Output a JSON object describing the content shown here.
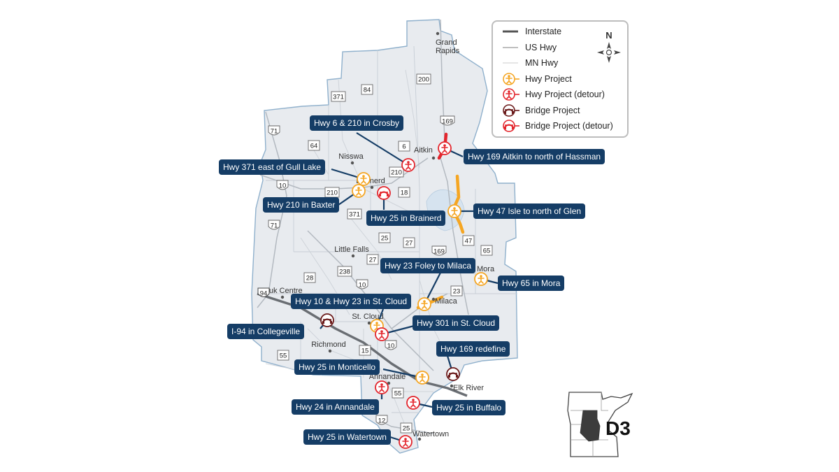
{
  "legend": {
    "items": [
      {
        "label": "Interstate",
        "kind": "line",
        "color": "#555555",
        "width": 3
      },
      {
        "label": "US Hwy",
        "kind": "line",
        "color": "#aaaaaa",
        "width": 1.6
      },
      {
        "label": "MN Hwy",
        "kind": "line",
        "color": "#cccccc",
        "width": 1
      },
      {
        "label": "Hwy Project",
        "kind": "marker",
        "color": "#f5a623",
        "icon": "worker-icon"
      },
      {
        "label": "Hwy Project (detour)",
        "kind": "marker",
        "color": "#e3262d",
        "icon": "worker-icon"
      },
      {
        "label": "Bridge Project",
        "kind": "marker",
        "color": "#6b1a1a",
        "icon": "bridge-icon"
      },
      {
        "label": "Bridge Project (detour)",
        "kind": "marker",
        "color": "#e3262d",
        "icon": "bridge-icon"
      }
    ]
  },
  "compass": {
    "north_label": "N"
  },
  "district": {
    "label": "D3"
  },
  "colors": {
    "land": "#e8ebef",
    "boundary": "#8fb0cc",
    "water": "#d6e3ef",
    "callout": "#153d66",
    "project": "#f5a623",
    "detour": "#e3262d",
    "bridge": "#6b1a1a"
  },
  "cities": [
    "Grand Rapids",
    "Aitkin",
    "Nisswa",
    "Brainerd",
    "Little Falls",
    "Mora",
    "Sauk Centre",
    "St. Cloud",
    "Milaca",
    "Richmond",
    "Annandale",
    "Elk River",
    "Watertown"
  ],
  "highway_shields": [
    {
      "label": "371",
      "type": "state"
    },
    {
      "label": "84",
      "type": "state"
    },
    {
      "label": "200",
      "type": "state"
    },
    {
      "label": "71",
      "type": "us"
    },
    {
      "label": "64",
      "type": "state"
    },
    {
      "label": "6",
      "type": "state"
    },
    {
      "label": "169",
      "type": "us"
    },
    {
      "label": "10",
      "type": "us"
    },
    {
      "label": "210",
      "type": "state"
    },
    {
      "label": "210",
      "type": "state"
    },
    {
      "label": "18",
      "type": "state"
    },
    {
      "label": "371",
      "type": "state"
    },
    {
      "label": "71",
      "type": "us"
    },
    {
      "label": "25",
      "type": "state"
    },
    {
      "label": "27",
      "type": "state"
    },
    {
      "label": "169",
      "type": "us"
    },
    {
      "label": "47",
      "type": "state"
    },
    {
      "label": "65",
      "type": "state"
    },
    {
      "label": "27",
      "type": "state"
    },
    {
      "label": "27",
      "type": "state"
    },
    {
      "label": "238",
      "type": "state"
    },
    {
      "label": "28",
      "type": "state"
    },
    {
      "label": "10",
      "type": "us"
    },
    {
      "label": "23",
      "type": "state"
    },
    {
      "label": "94",
      "type": "interstate"
    },
    {
      "label": "15",
      "type": "state"
    },
    {
      "label": "10",
      "type": "us"
    },
    {
      "label": "55",
      "type": "state"
    },
    {
      "label": "55",
      "type": "state"
    },
    {
      "label": "12",
      "type": "us"
    },
    {
      "label": "25",
      "type": "state"
    }
  ],
  "projects": [
    {
      "label": "Hwy 6 & 210 in Crosby",
      "type": "detour"
    },
    {
      "label": "Hwy 169 Aitkin to north of Hassman",
      "type": "detour"
    },
    {
      "label": "Hwy 371 east of Gull Lake",
      "type": "project"
    },
    {
      "label": "Hwy 210 in Baxter",
      "type": "project"
    },
    {
      "label": "Hwy 25 in Brainerd",
      "type": "bridge-detour"
    },
    {
      "label": "Hwy 47 Isle to north of Glen",
      "type": "project"
    },
    {
      "label": "Hwy 23 Foley to Milaca",
      "type": "project"
    },
    {
      "label": "Hwy 65 in Mora",
      "type": "project"
    },
    {
      "label": "Hwy 10 & Hwy 23 in St. Cloud",
      "type": "project"
    },
    {
      "label": "I-94 in Collegeville",
      "type": "bridge"
    },
    {
      "label": "Hwy 301 in St. Cloud",
      "type": "detour"
    },
    {
      "label": "Hwy 169 redefine",
      "type": "bridge"
    },
    {
      "label": "Hwy 25 in Monticello",
      "type": "project"
    },
    {
      "label": "Hwy 24 in Annandale",
      "type": "detour"
    },
    {
      "label": "Hwy 25 in Buffalo",
      "type": "detour"
    },
    {
      "label": "Hwy 25 in Watertown",
      "type": "detour"
    }
  ]
}
